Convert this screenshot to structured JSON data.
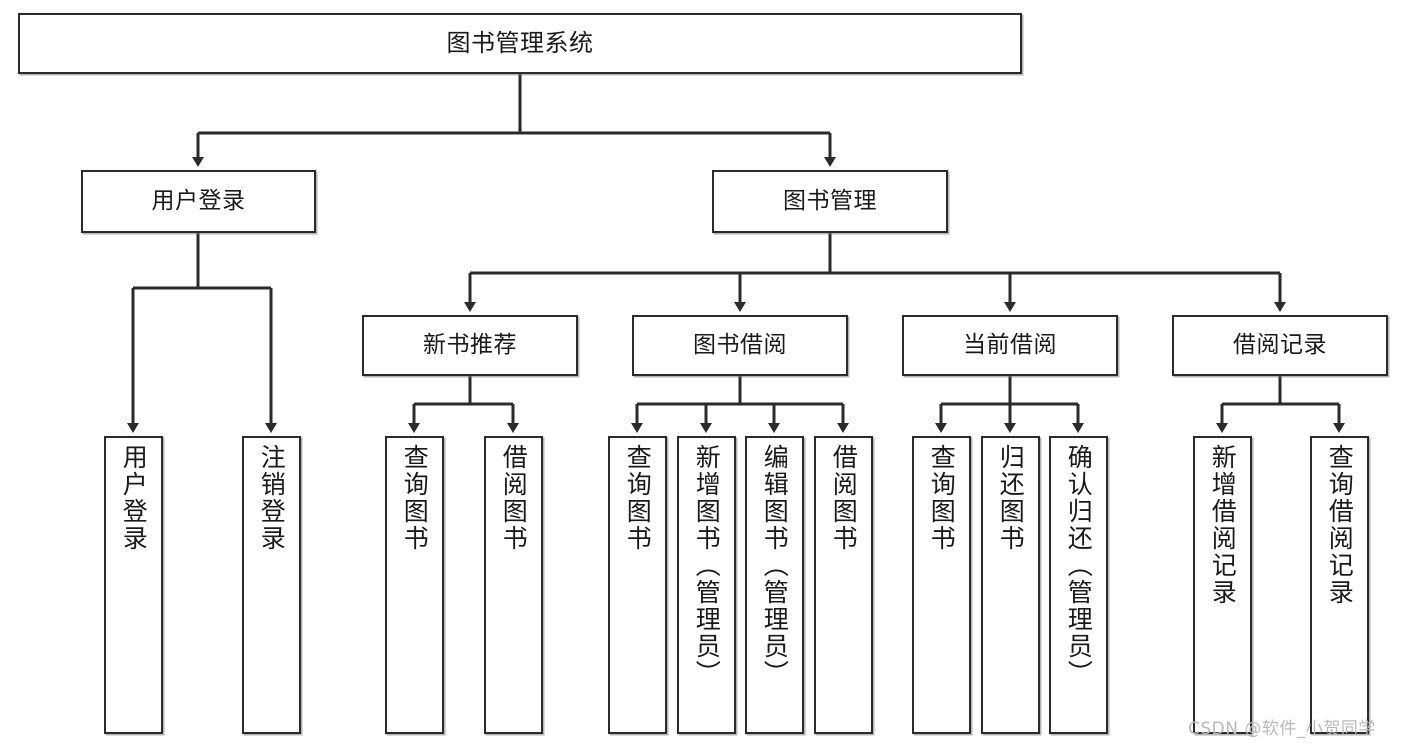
{
  "diagram": {
    "title": "图书管理系统",
    "watermark": "CSDN @软件_小贺同学",
    "line_color": "#2b2b2b",
    "box_fill": "#ffffff",
    "text_color": "#1a1a1a",
    "root": {
      "label": "图书管理系统"
    },
    "level1": [
      {
        "label": "用户登录"
      },
      {
        "label": "图书管理"
      }
    ],
    "level2": [
      {
        "label": "新书推荐"
      },
      {
        "label": "图书借阅"
      },
      {
        "label": "当前借阅"
      },
      {
        "label": "借阅记录"
      }
    ],
    "leaves": [
      {
        "label": "用户登录"
      },
      {
        "label": "注销登录"
      },
      {
        "label": "查询图书"
      },
      {
        "label": "借阅图书"
      },
      {
        "label": "查询图书"
      },
      {
        "label": "新增图书（管理员）"
      },
      {
        "label": "编辑图书（管理员）"
      },
      {
        "label": "借阅图书"
      },
      {
        "label": "查询图书"
      },
      {
        "label": "归还图书"
      },
      {
        "label": "确认归还（管理员）"
      },
      {
        "label": "新增借阅记录"
      },
      {
        "label": "查询借阅记录"
      }
    ]
  }
}
